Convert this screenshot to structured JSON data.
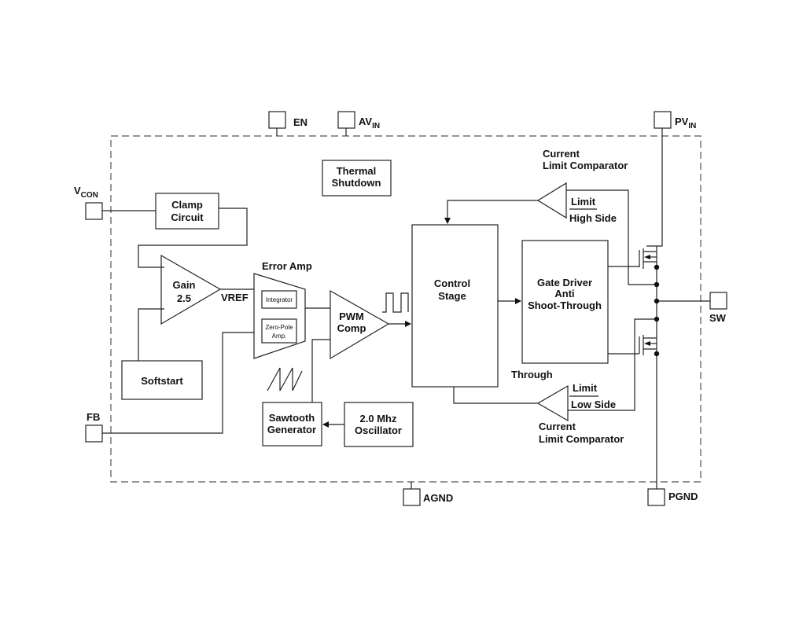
{
  "pins": {
    "en": "EN",
    "avin": "AV",
    "avin_sub": "IN",
    "pvin": "PV",
    "pvin_sub": "IN",
    "vcon": "V",
    "vcon_sub": "CON",
    "fb": "FB",
    "sw": "SW",
    "agnd": "AGND",
    "pgnd": "PGND"
  },
  "blocks": {
    "thermal_line1": "Thermal",
    "thermal_line2": "Shutdown",
    "clamp_line1": "Clamp",
    "clamp_line2": "Circuit",
    "gain_line1": "Gain",
    "gain_line2": "2.5",
    "vref": "VREF",
    "error_amp": "Error Amp",
    "integrator": "Integrator",
    "zero_pole_line1": "Zero-Pole",
    "zero_pole_line2": "Amp.",
    "pwm_line1": "PWM",
    "pwm_line2": "Comp",
    "softstart": "Softstart",
    "sawtooth_line1": "Sawtooth",
    "sawtooth_line2": "Generator",
    "oscillator_line1": "2.0 Mhz",
    "oscillator_line2": "Oscillator",
    "control_line1": "Control",
    "control_line2": "Stage",
    "gate_line1": "Gate Driver",
    "gate_line2": "Anti",
    "gate_line3": "Shoot-Through",
    "through": "Through"
  },
  "comparators": {
    "high_title1": "Current",
    "high_title2": "Limit Comparator",
    "high_limit": "Limit",
    "high_side": "High Side",
    "low_limit": "Limit",
    "low_side": "Low Side",
    "low_title1": "Current",
    "low_title2": "Limit Comparator"
  }
}
